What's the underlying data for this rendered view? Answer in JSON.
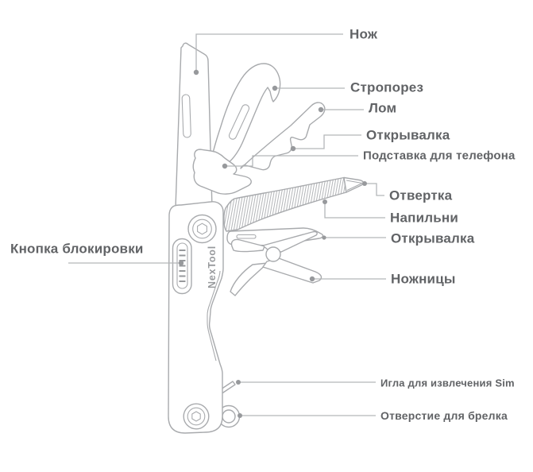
{
  "diagram": {
    "type": "product-annotation-diagram",
    "product": "multitool",
    "brand": "NexTool",
    "colors": {
      "outline": "#a8aaad",
      "leader": "#b4b6b9",
      "dot": "#97999c",
      "text": "#616366",
      "hatch": "#abadb0",
      "background": "#ffffff"
    },
    "labels": {
      "knife": "Нож",
      "strap_cutter": "Стропорез",
      "crowbar": "Лом",
      "opener_top": "Открывалка",
      "phone_stand": "Подставка для телефона",
      "screwdriver": "Отвертка",
      "file": "Напильни",
      "opener_bottom": "Открывалка",
      "scissors": "Ножницы",
      "lock_button": "Кнопка блокировки",
      "sim_needle": "Игла для извлечения Sim",
      "keychain_hole": "Отверстие для брелка"
    }
  }
}
